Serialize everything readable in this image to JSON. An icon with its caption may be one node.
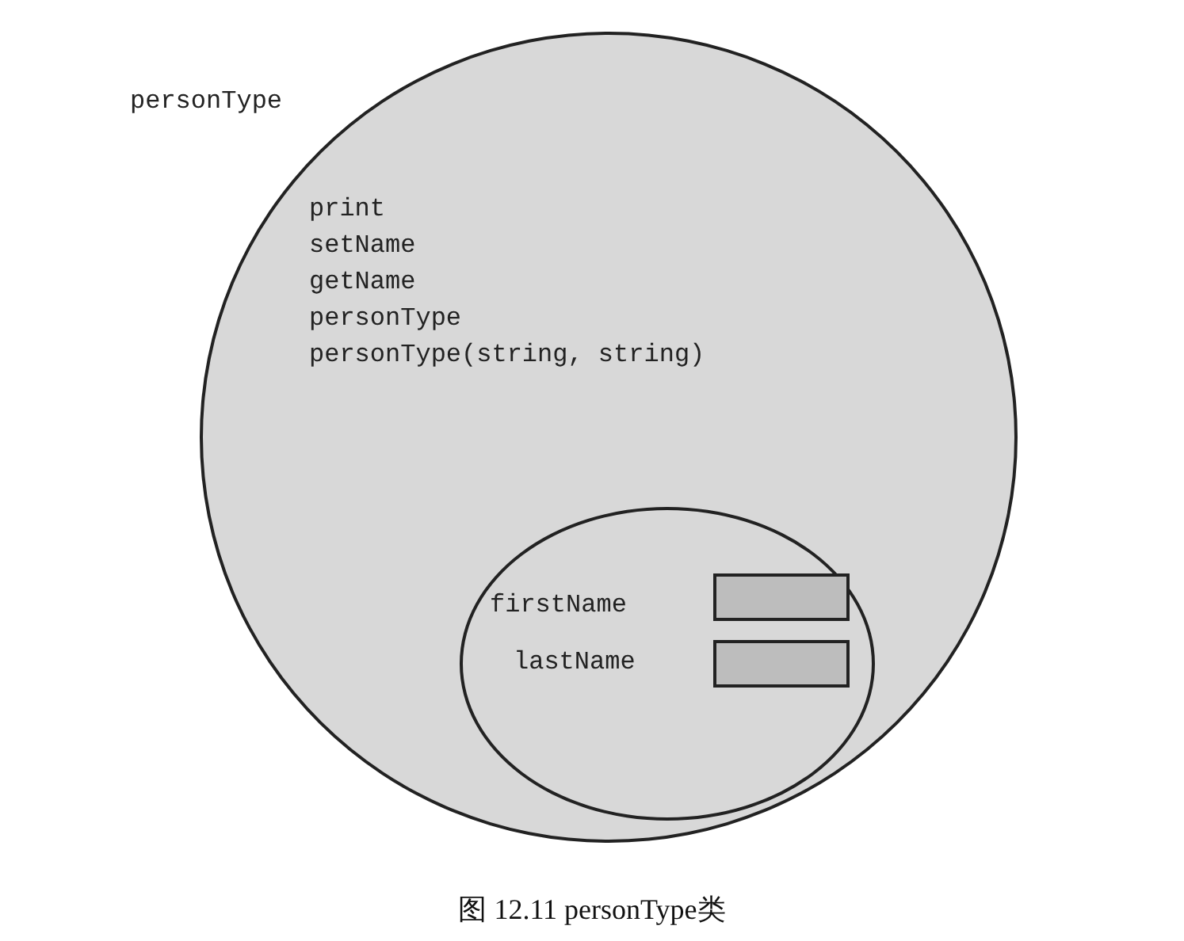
{
  "diagram": {
    "caption": "图 12.11 personType类",
    "nodes": [
      {
        "text": [
          "personType",
          "print",
          "setName",
          "getName",
          "personType",
          "personType(string, string)"
        ]
      },
      {
        "text": [],
        "shape": "circle",
        "in": 0
      },
      {
        "text": [],
        "shape": "box",
        "in": 1,
        "beside": [
          "firstName"
        ]
      },
      {
        "text": [],
        "shape": "box",
        "in": 1,
        "beside": [
          "lastName"
        ]
      }
    ]
  }
}
